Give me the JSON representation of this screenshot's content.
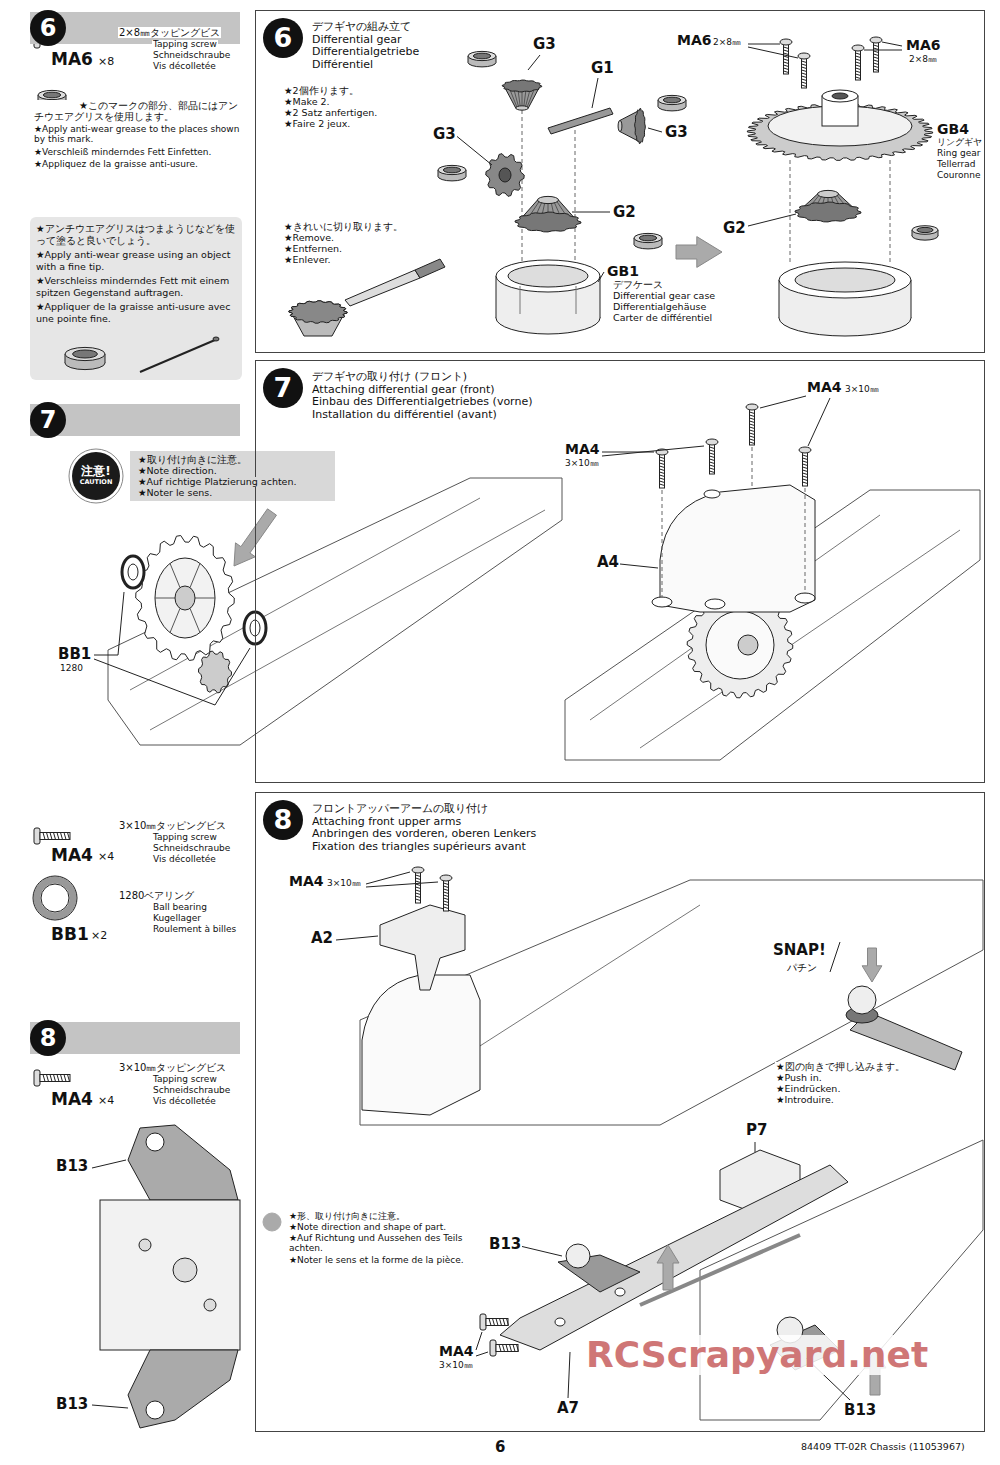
{
  "diagram": {
    "nodes": [
      {
        "text": [
          "6"
        ]
      },
      {
        "text": [
          "★アンチウエアグリスはつまようじなどを使って塗ると良いでしょう。",
          "★Apply anti-wear grease using an object with a fine tip.",
          "★Verschleiss minderndes Fett mit einem spitzen Gegenstand auftragen.",
          "★Appliquer de la graisse anti-usure avec une pointe fine."
        ]
      },
      {
        "text": [
          "6",
          "デフギヤの組み立て",
          "Differential gear",
          "Differentialgetriebe",
          "Différentiel"
        ]
      },
      {
        "text": [
          "7"
        ]
      },
      {
        "text": [
          "注意!",
          "CAUTION"
        ]
      },
      {
        "text": [
          "7",
          "デフギヤの取り付け (フロント)",
          "Attaching differential gear (front)",
          "Einbau des Differentialgetriebes (vorne)",
          "Installation du différentiel (avant)"
        ]
      },
      {
        "text": [
          "8"
        ]
      },
      {
        "text": [
          "8",
          "フロントアッパーアームの取り付け",
          "Attaching front upper arms",
          "Anbringen des vorderen, oberen Lenkers",
          "Fixation des triangles supérieurs avant"
        ]
      }
    ],
    "labels": [
      "2×8㎜タッピングビス",
      "Tapping screw",
      "Schneidschraube",
      "Vis décolletée",
      "MA6",
      "×8",
      "★このマークの部分、部品にはアンチウエアグリスを使用します。",
      "★Apply anti-wear grease to the places shown by this mark.",
      "★Verschleiß minderndes Fett Einfetten.",
      "★Appliquez de la graisse anti-usure.",
      "★2個作ります。",
      "★Make 2.",
      "★2 Satz anfertigen.",
      "★Faire 2 jeux.",
      "G3",
      "G1",
      "G3",
      "G3",
      "G2",
      "GB1",
      "デフケース",
      "Differential gear case",
      "Differentialgehäuse",
      "Carter de différentiel",
      "★きれいに切り取ります。",
      "★Remove.",
      "★Entfernen.",
      "★Enlever.",
      "MA6",
      "2×8㎜",
      "MA6",
      "2×8㎜",
      "GB4",
      "リングギヤ",
      "Ring gear",
      "Tellerrad",
      "Couronne",
      "G2",
      "★取り付け向きに注意。",
      "★Note direction.",
      "★Auf richtige Platzierung achten.",
      "★Noter le sens.",
      "BB1",
      "1280",
      "MA4",
      "3×10㎜",
      "MA4",
      "3×10㎜",
      "A4",
      "3×10㎜タッピングビス",
      "Tapping screw",
      "Schneidschraube",
      "Vis décolletée",
      "MA4",
      "×4",
      "1280ベアリング",
      "Ball bearing",
      "Kugellager",
      "Roulement à billes",
      "BB1",
      "×2",
      "3×10㎜タッピングビス",
      "Tapping screw",
      "Schneidschraube",
      "Vis décolletée",
      "MA4",
      "×4",
      "B13",
      "B13",
      "MA4",
      "3×10㎜",
      "A2",
      "SNAP!",
      "パチン",
      "★図の向きで押し込みます。",
      "★Push in.",
      "★Eindrücken.",
      "★Introduire.",
      "P7",
      "★形、取り付け向きに注意。",
      "★Note direction and shape of part.",
      "★Auf Richtung und Aussehen des Teils achten.",
      "★Noter le sens et la forme de la pièce.",
      "B13",
      "MA4",
      "3×10㎜",
      "A7",
      "B13",
      "6",
      "84409 TT-02R Chassis (11053967)",
      "RCScrapyard.net"
    ]
  }
}
